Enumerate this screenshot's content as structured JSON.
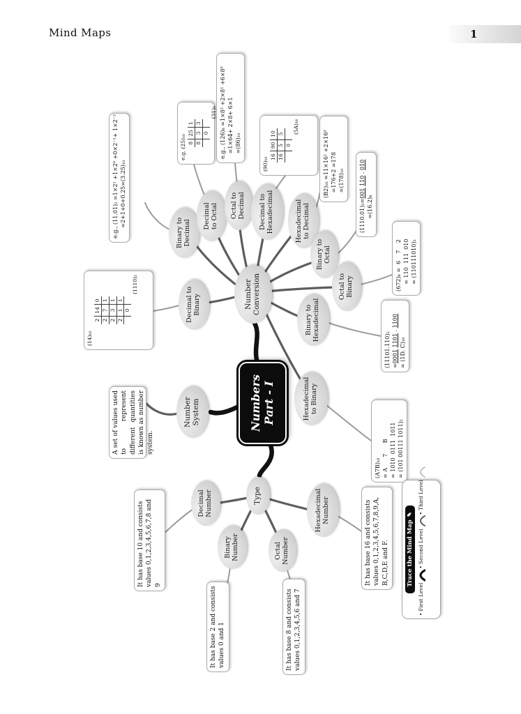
{
  "page": {
    "header_title": "Mind Maps",
    "page_number": "1"
  },
  "center": {
    "l1": "Numbers",
    "l2": "Part - I"
  },
  "nodes": {
    "number_conversion": {
      "l1": "Number",
      "l2": "Conversion"
    },
    "number_system": {
      "l1": "Number",
      "l2": "System"
    },
    "type": {
      "l1": "Type",
      "l2": ""
    },
    "binary_to_decimal": {
      "l1": "Binary to",
      "l2": "Decimal"
    },
    "decimal_to_octal": {
      "l1": "Decimal",
      "l2": "to Octal"
    },
    "octal_to_decimal": {
      "l1": "Octal to",
      "l2": "Decimal"
    },
    "decimal_to_hexadecimal": {
      "l1": "Decimal to",
      "l2": "Hexadecimal"
    },
    "hexadecimal_to_decimal": {
      "l1": "Hexadecimal",
      "l2": "to Decimal"
    },
    "binary_to_octal": {
      "l1": "Binary to",
      "l2": "Octal"
    },
    "octal_to_binary": {
      "l1": "Octal to",
      "l2": "Binary"
    },
    "binary_to_hexadecimal": {
      "l1": "Binary to",
      "l2": "Hexadecimal"
    },
    "hexadecimal_to_binary": {
      "l1": "Hexadecimal",
      "l2": "to Binary"
    },
    "decimal_to_binary": {
      "l1": "Decimal to",
      "l2": "Binary"
    },
    "decimal_number": {
      "l1": "Decimal",
      "l2": "Number"
    },
    "binary_number": {
      "l1": "Binary",
      "l2": "Number"
    },
    "octal_number": {
      "l1": "Octal",
      "l2": "Number"
    },
    "hexadecimal_number": {
      "l1": "Hexadecimal",
      "l2": "Number"
    }
  },
  "notes": {
    "binary_to_decimal": {
      "lines": [
        "e.g., (11.01)₂ =1×2¹ +1×2⁰ +0×2⁻¹+ 1×2⁻²",
        "      =2+1+0+0.25=(3.25)₁₀"
      ]
    },
    "decimal_to_octal": {
      "label": "e.g. (25)₁₀",
      "rows": [
        [
          "8",
          "25",
          "1"
        ],
        [
          "8",
          "3",
          "3"
        ],
        [
          "",
          "0",
          ""
        ]
      ],
      "result": "(31)₈"
    },
    "octal_to_decimal": {
      "lines": [
        "e.g., (126)₈ =1×8² +2×8¹ +6×8⁰",
        "   =1×64+ 2×8+ 6×1",
        "   =(86)₁₀"
      ]
    },
    "decimal_to_hexadecimal": {
      "label": "(90)₁₀",
      "rows": [
        [
          "16",
          "90",
          "10"
        ],
        [
          "16",
          "5",
          "5"
        ],
        [
          "",
          "0",
          ""
        ]
      ],
      "result": "(5A)₁₆"
    },
    "hexadecimal_to_decimal": {
      "lines": [
        "(B2)₁₆ =11×16¹ +2×16⁰",
        "   =176+2 =178",
        "   =(178)₁₀"
      ]
    },
    "binary_to_octal": {
      "s0": "(1110.01)₂=",
      "u1": "001",
      "s2": " ",
      "u3": "110",
      "s4": " . ",
      "u5": "010",
      "l1": "        =(16.2)₈"
    },
    "octal_to_binary": {
      "lines": [
        "(672)₈ =  6    7    2",
        "    = 110  111  010",
        "    = (110111010)₂"
      ]
    },
    "binary_to_hexadecimal": {
      "l0": "(11101.110)₂",
      "s0": "=",
      "u1": "0001",
      "s2": " ",
      "u3": "1101",
      "s4": " . ",
      "u5": "1100",
      "l2": "= (1D. C)₁₆"
    },
    "hexadecimal_to_binary": {
      "lines": [
        "(A7B)₁₆",
        "= A      7      B",
        "= 1010  0111  1011",
        "= (101 00111 1011)₂"
      ]
    },
    "decimal_to_binary": {
      "label": "(14)₁₀",
      "rows": [
        [
          "2",
          "14",
          "0"
        ],
        [
          "2",
          "7",
          "1"
        ],
        [
          "2",
          "3",
          "1"
        ],
        [
          "2",
          "1",
          "1"
        ],
        [
          "",
          "0",
          ""
        ]
      ],
      "result": "(1110)₂"
    },
    "number_system": {
      "text": "A set of values used to represent different quantities is known as number system."
    },
    "decimal_number": {
      "text": "It has base 10 and consists values 0,1,2,3,4,5,6,7,8 and 9"
    },
    "binary_number": {
      "text": "It has base 2 and consists values 0 and 1"
    },
    "octal_number": {
      "text": "It has base 8 and consists values 0,1,2,3,4,5,6 and 7"
    },
    "hexadecimal_number": {
      "text": "It has base 16 and consists values 0,1,2,3,4,5,6,7,8,9,A, B,C,D,E and F."
    }
  },
  "legend": {
    "title": "Trace the  Mind Map",
    "icon": "✎",
    "items": [
      {
        "bullet": "•",
        "label": "First Level"
      },
      {
        "bullet": "•",
        "label": "Second Level"
      },
      {
        "bullet": "•",
        "label": "Third Level"
      }
    ]
  },
  "colors": {
    "level1": "#121212",
    "level2": "#5d5d5d",
    "level3": "#9a9a9a",
    "node_fill": "#d8d8d8",
    "center_fill": "#0c0c0c"
  }
}
